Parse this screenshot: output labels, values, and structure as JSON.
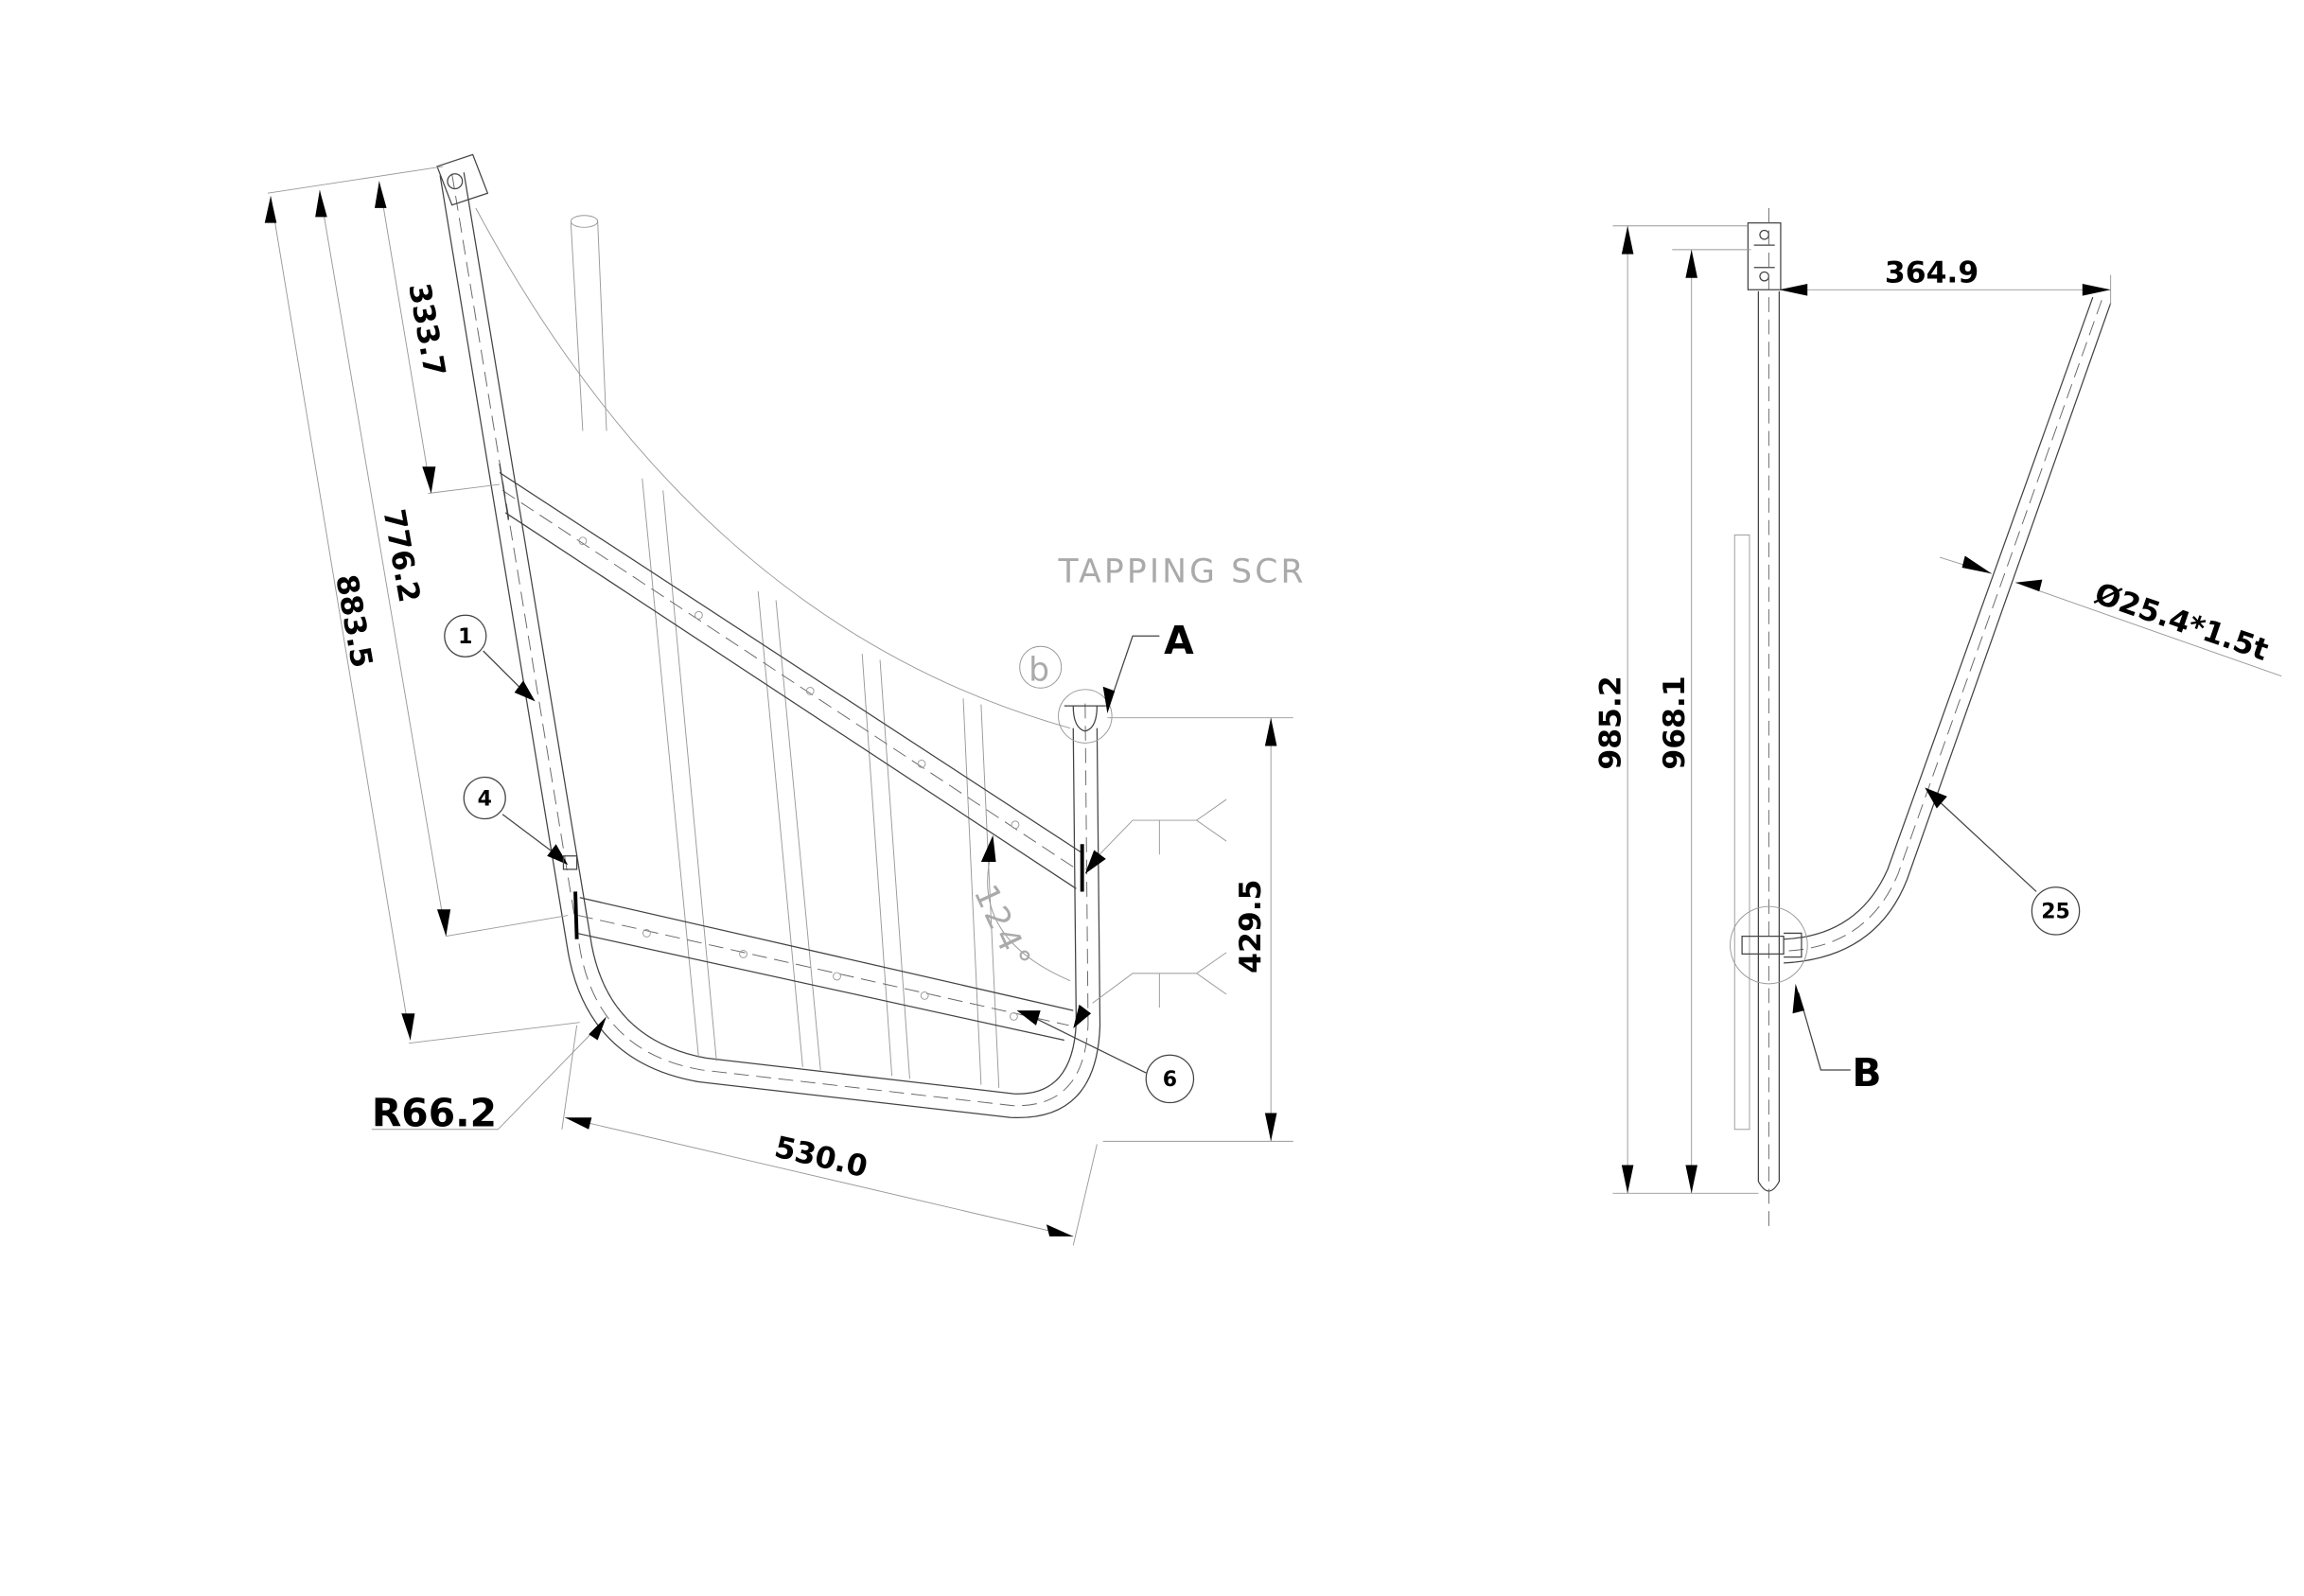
{
  "front_view": {
    "dimensions": {
      "top_segment": "333.7",
      "mid_length": "776.2",
      "overall_length": "883.5",
      "bend_radius": "R66.2",
      "bottom_width": "530.0",
      "right_height": "429.5",
      "angle": "124°"
    },
    "note": "TAPPING SCR",
    "detail_tag": "b",
    "section_label": "A",
    "callouts": [
      "1",
      "4",
      "6"
    ]
  },
  "side_view": {
    "dimensions": {
      "overall_height": "985.2",
      "tube_height": "968.1",
      "offset": "364.9",
      "tube_spec": "Ø25.4*1.5t"
    },
    "section_label": "B",
    "callouts": [
      "25"
    ]
  }
}
